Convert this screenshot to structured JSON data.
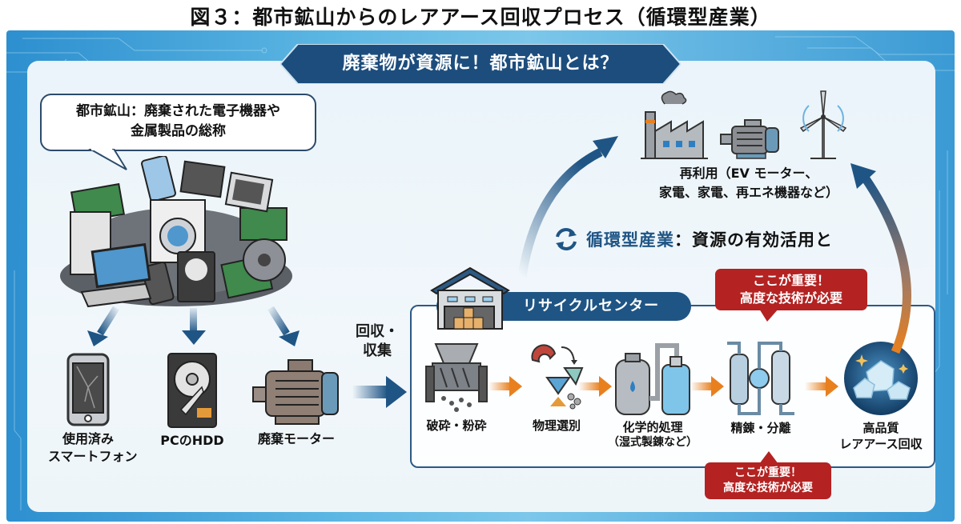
{
  "figure": {
    "title": "図３：都市鉱山からのレアアース回収プロセス（循環型産業）"
  },
  "banner": {
    "text": "廃棄物が資源に！都市鉱山とは？"
  },
  "definition_bubble": {
    "line1": "都市鉱山：廃棄された電子機器や",
    "line2": "金属製品の総称"
  },
  "sources": [
    {
      "icon": "broken-smartphone-icon",
      "line1": "使用済み",
      "line2": "スマートフォン"
    },
    {
      "icon": "hard-disk-drive-icon",
      "line1": "PCのHDD",
      "line2": ""
    },
    {
      "icon": "rusty-motor-icon",
      "line1": "廃棄モーター",
      "line2": ""
    }
  ],
  "collection": {
    "line1": "回収・",
    "line2": "収集"
  },
  "recycle_center": {
    "label": "リサイクルセンター",
    "steps": [
      {
        "icon": "shredder-icon",
        "label": "破砕・粉砕",
        "sub": ""
      },
      {
        "icon": "magnet-separation-icon",
        "label": "物理選別",
        "sub": ""
      },
      {
        "icon": "chemical-tank-icon",
        "label": "化学的処理",
        "sub": "（湿式製錬など）"
      },
      {
        "icon": "distillation-column-icon",
        "label": "精錬・分離",
        "sub": ""
      },
      {
        "icon": "rare-earth-crystal-icon",
        "label": "高品質",
        "sub": "レアアース回収"
      }
    ]
  },
  "important_notes": [
    {
      "line1": "ここが重要！",
      "line2": "高度な技術が必要"
    },
    {
      "line1": "ここが重要！",
      "line2": "高度な技術が必要"
    }
  ],
  "reuse": {
    "icons": [
      "factory-icon",
      "electric-motor-icon",
      "wind-turbine-icon"
    ],
    "line1": "再利用（EV モーター、",
    "line2": "家電、家電、再エネ機器など）"
  },
  "circular_industry": {
    "keyword": "循環型産業",
    "description": "：資源の有効活用と"
  },
  "colors": {
    "navy": "#1f5585",
    "accent_orange": "#e8801f",
    "alert_red": "#b42222",
    "frame_blue": "#3b9ad4"
  }
}
